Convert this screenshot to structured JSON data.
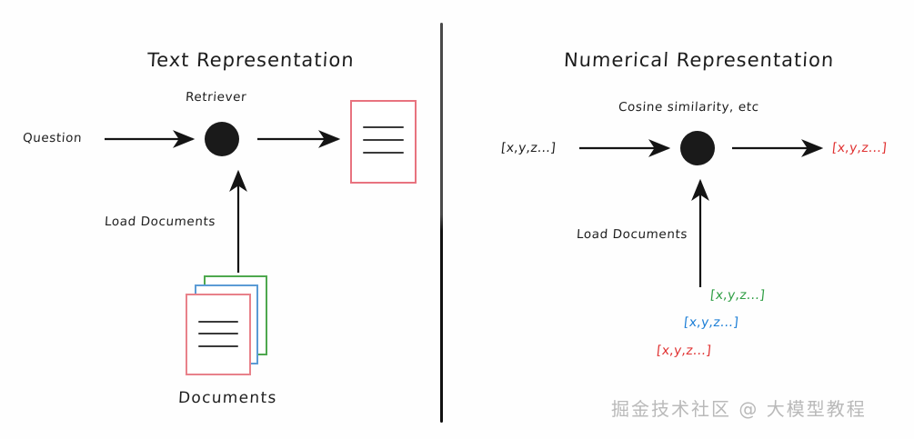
{
  "diagram": {
    "background_color": "#fefefe",
    "ink_color": "#1d1d1d",
    "divider_color": "#2a2a2a"
  },
  "left_panel": {
    "title": "Text Representation",
    "node_label": "Retriever",
    "input_label": "Question",
    "load_label": "Load Documents",
    "documents_caption": "Documents",
    "result_doc": {
      "border_color": "#e8737f",
      "line_count": 3
    },
    "stacked_docs": [
      {
        "name": "doc-back",
        "border_color": "#4ea84e"
      },
      {
        "name": "doc-middle",
        "border_color": "#5b9bd5"
      },
      {
        "name": "doc-front",
        "border_color": "#e8818a",
        "line_count": 3
      }
    ]
  },
  "right_panel": {
    "title": "Numerical Representation",
    "node_label": "Cosine similarity, etc",
    "input_vector": "[x,y,z...]",
    "input_vector_color": "#1d1d1d",
    "output_vector": "[x,y,z...]",
    "output_vector_color": "#e03131",
    "load_label": "Load Documents",
    "doc_vectors": [
      {
        "text": "[x,y,z...]",
        "color": "#2f9e44"
      },
      {
        "text": "[x,y,z...]",
        "color": "#1c7ed6"
      },
      {
        "text": "[x,y,z...]",
        "color": "#e03131"
      }
    ]
  },
  "watermark": {
    "text": "掘金技术社区 @ 大模型教程",
    "color": "#b9b9b9"
  }
}
